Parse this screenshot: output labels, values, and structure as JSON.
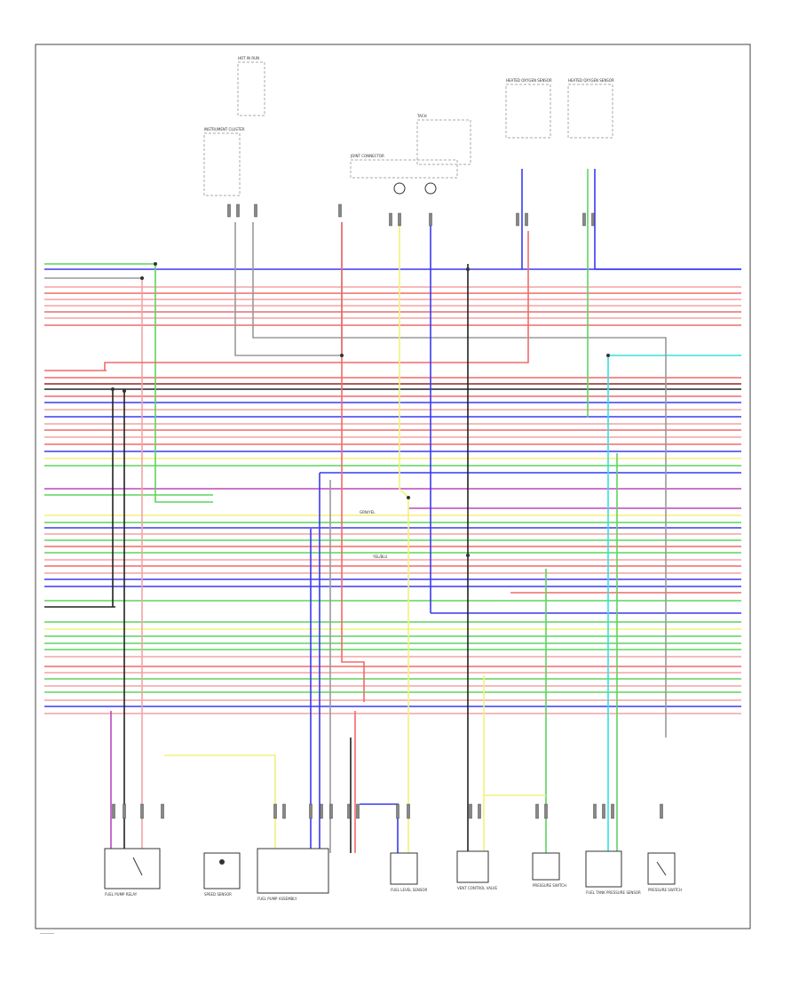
{
  "diagram": {
    "footer": "________",
    "colors": {
      "green": "#5fd35f",
      "blue": "#3a3af0",
      "red": "#f06a6a",
      "pink": "#f3a3a3",
      "black": "#222222",
      "yellow": "#f2f27a",
      "cyan": "#35e0e0",
      "gray": "#999999",
      "violet": "#b84bb8",
      "dark_red": "#a02020"
    },
    "top_components": [
      {
        "id": "ignition-switch",
        "label": "HOT IN RUN"
      },
      {
        "id": "instrument-cluster",
        "label": "INSTRUMENT CLUSTER"
      },
      {
        "id": "tach-meter",
        "label": "TACH"
      },
      {
        "id": "connector-junction",
        "label": "JOINT CONNECTOR"
      },
      {
        "id": "heated-oxygen-sensor-left",
        "label": "HEATED OXYGEN SENSOR"
      },
      {
        "id": "heated-oxygen-sensor-right",
        "label": "HEATED OXYGEN SENSOR"
      }
    ],
    "bottom_components": [
      {
        "id": "fuel-pump-relay",
        "label": "FUEL PUMP RELAY"
      },
      {
        "id": "speed-sensor",
        "label": "SPEED SENSOR"
      },
      {
        "id": "fuel-pump-assembly",
        "label": "FUEL PUMP ASSEMBLY"
      },
      {
        "id": "fuel-level-sensor",
        "label": "FUEL LEVEL SENSOR"
      },
      {
        "id": "vent-control-valve",
        "label": "VENT CONTROL VALVE"
      },
      {
        "id": "pressure-switch",
        "label": "PRESSURE SWITCH"
      },
      {
        "id": "fuel-tank-pressure-sensor",
        "label": "FUEL TANK PRESSURE SENSOR"
      },
      {
        "id": "pressure-switch-2",
        "label": "PRESSURE SWITCH"
      }
    ],
    "mid_labels": [
      "GRN/YEL",
      "YEL/BLU"
    ]
  }
}
